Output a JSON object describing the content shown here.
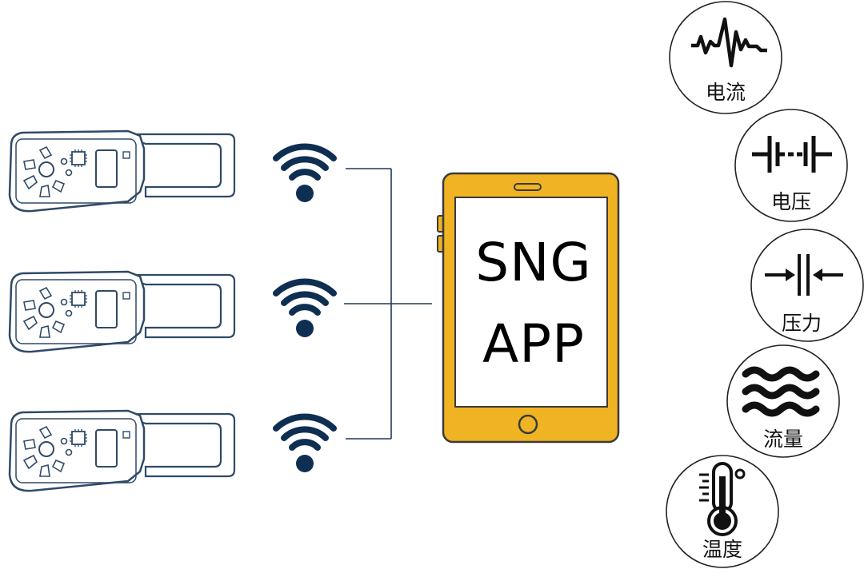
{
  "app": {
    "line1": "SNG",
    "line2": "APP"
  },
  "colors": {
    "tablet_fill": "#f0b323",
    "tablet_stroke": "#3a3a3a",
    "wifi": "#0f2f52",
    "device_outline": "#2f4a66",
    "connector": "#1f3a5a",
    "circle_border": "#222222"
  },
  "devices": [
    {
      "icon": "clamp-meter-icon"
    },
    {
      "icon": "clamp-meter-icon"
    },
    {
      "icon": "clamp-meter-icon"
    }
  ],
  "sensors": [
    {
      "label": "电流",
      "icon": "current-waveform-icon"
    },
    {
      "label": "电压",
      "icon": "voltage-battery-icon"
    },
    {
      "label": "压力",
      "icon": "pressure-arrows-icon"
    },
    {
      "label": "流量",
      "icon": "flow-waves-icon"
    },
    {
      "label": "温度",
      "icon": "thermometer-icon"
    }
  ]
}
